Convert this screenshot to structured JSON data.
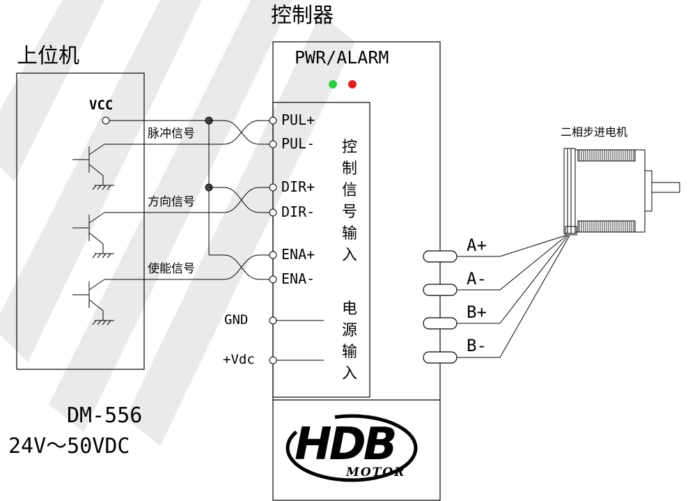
{
  "host": {
    "title": "上位机",
    "vcc": "VCC"
  },
  "controller": {
    "title": "控制器",
    "status": "PWR/ALARM"
  },
  "signals": [
    "脉冲信号",
    "方向信号",
    "使能信号"
  ],
  "terminals": [
    "PUL+",
    "PUL-",
    "DIR+",
    "DIR-",
    "ENA+",
    "ENA-"
  ],
  "control_input": "控制信号输入",
  "power_input": "电源输入",
  "power": {
    "gnd": "GND",
    "vdc": "+Vdc"
  },
  "motor": {
    "title": "二相步进电机",
    "phases": [
      "A+",
      "A-",
      "B+",
      "B-"
    ]
  },
  "model": {
    "name": "DM-556",
    "voltage": "24V～50VDC"
  },
  "logo": {
    "brand": "HDB",
    "sub": "MOTOR"
  },
  "colors": {
    "led_green": "#2ecc40",
    "led_red": "#e02020",
    "watermark": "#dcdcdc"
  }
}
